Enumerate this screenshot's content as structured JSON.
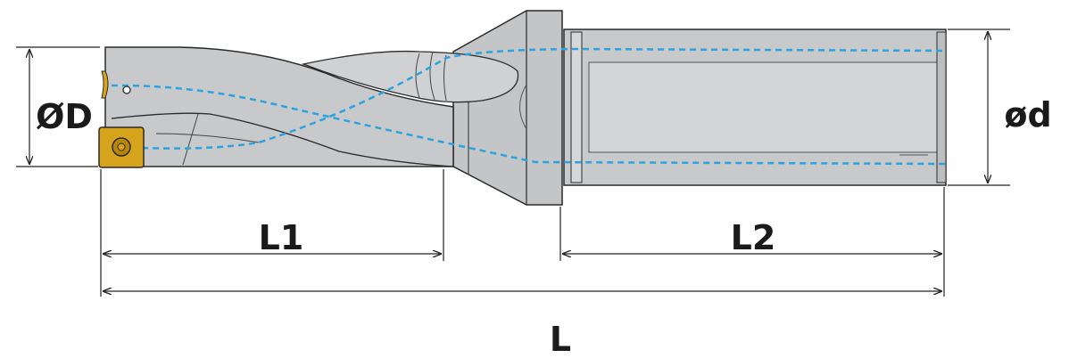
{
  "labels": {
    "cutting_diameter": "ØD",
    "shank_diameter": "ød",
    "flute_length": "L1",
    "shank_length": "L2",
    "overall_length": "L"
  },
  "colors": {
    "body": "#c8c9cb",
    "outline": "#2b2b2b",
    "coolant": "#2aa3e0",
    "insert": "#d6a31c"
  }
}
